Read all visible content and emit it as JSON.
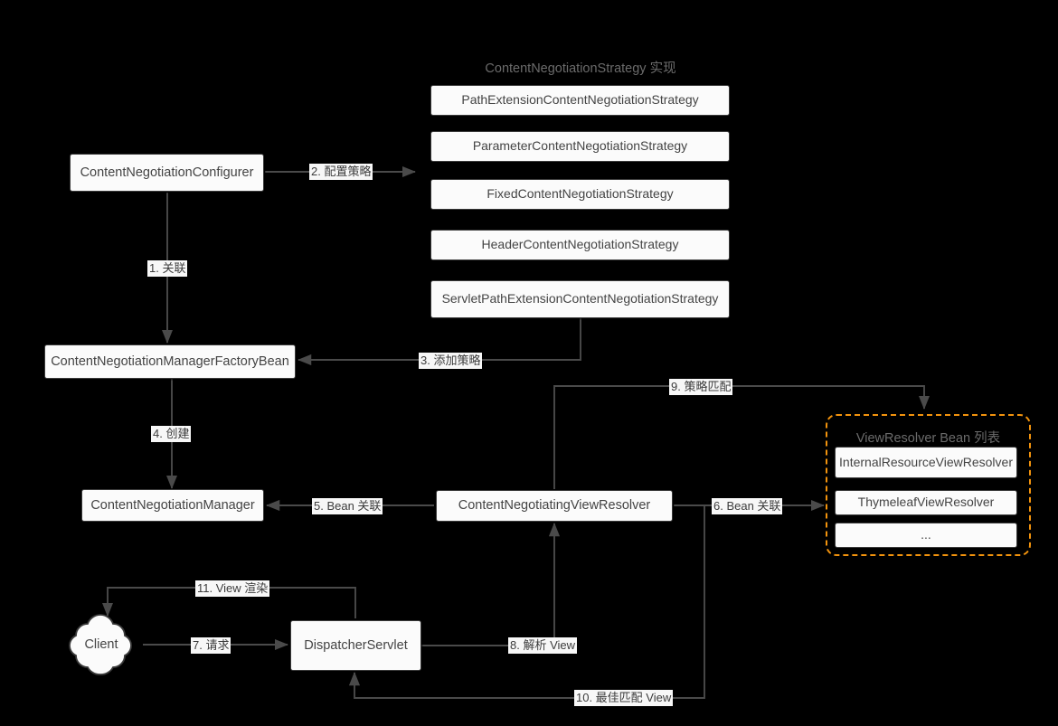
{
  "diagram": {
    "title": "Spring MVC ContentNegotiation flow",
    "colors": {
      "background": "#000000",
      "node_fill": "#fbfbfb",
      "node_border": "#3a3a3a",
      "edge": "#4a4a4a",
      "group_accent": "#f2930d",
      "label_bg": "#f7f7f7",
      "text": "#444444",
      "muted_text": "#6b6b6b"
    }
  },
  "strategy_group": {
    "title": "ContentNegotiationStrategy 实现",
    "items": [
      {
        "label": "PathExtensionContentNegotiationStrategy"
      },
      {
        "label": "ParameterContentNegotiationStrategy"
      },
      {
        "label": "FixedContentNegotiationStrategy"
      },
      {
        "label": "HeaderContentNegotiationStrategy"
      },
      {
        "label": "ServletPathExtensionContentNegotiationStrategy"
      }
    ]
  },
  "viewresolver_group": {
    "title": "ViewResolver Bean 列表",
    "items": [
      {
        "label": "InternalResourceViewResolver"
      },
      {
        "label": "ThymeleafViewResolver"
      },
      {
        "label": "..."
      }
    ]
  },
  "nodes": {
    "configurer": "ContentNegotiationConfigurer",
    "factory_bean": "ContentNegotiationManagerFactoryBean",
    "manager": "ContentNegotiationManager",
    "cnvr": "ContentNegotiatingViewResolver",
    "dispatcher": "DispatcherServlet",
    "client": "Client"
  },
  "edges": [
    {
      "id": 1,
      "label": "1. 关联"
    },
    {
      "id": 2,
      "label": "2. 配置策略"
    },
    {
      "id": 3,
      "label": "3. 添加策略"
    },
    {
      "id": 4,
      "label": "4. 创建"
    },
    {
      "id": 5,
      "label": "5. Bean 关联"
    },
    {
      "id": 6,
      "label": "6. Bean 关联"
    },
    {
      "id": 7,
      "label": "7. 请求"
    },
    {
      "id": 8,
      "label": "8. 解析 View"
    },
    {
      "id": 9,
      "label": "9. 策略匹配"
    },
    {
      "id": 10,
      "label": "10. 最佳匹配 View"
    },
    {
      "id": 11,
      "label": "11. View 渲染"
    }
  ]
}
